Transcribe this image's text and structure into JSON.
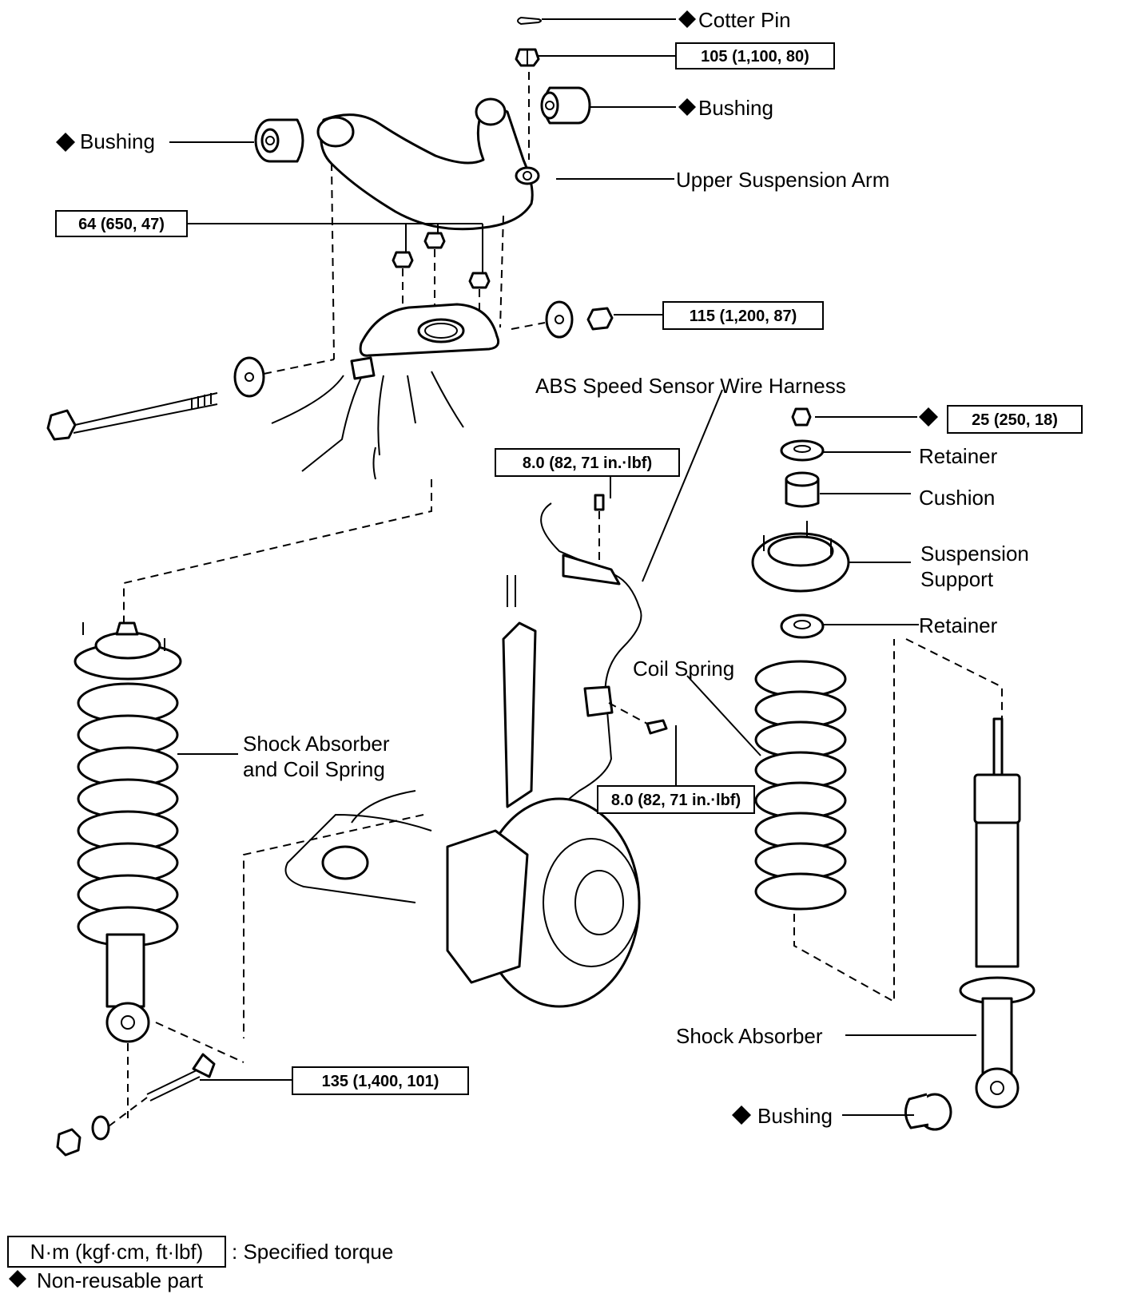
{
  "labels": {
    "cotter_pin": "Cotter Pin",
    "bushing_top_right": "Bushing",
    "bushing_left": "Bushing",
    "upper_suspension_arm": "Upper Suspension Arm",
    "abs_harness": "ABS Speed Sensor Wire Harness",
    "retainer_top": "Retainer",
    "cushion": "Cushion",
    "suspension_support_1": "Suspension",
    "suspension_support_2": "Support",
    "retainer_bottom": "Retainer",
    "coil_spring": "Coil Spring",
    "shock_coil_1": "Shock Absorber",
    "shock_coil_2": "and Coil Spring",
    "shock_absorber": "Shock Absorber",
    "bushing_bottom": "Bushing"
  },
  "torques": {
    "cotter_nut": "105 (1,100, 80)",
    "upper_mount_nuts": "64 (650, 47)",
    "arm_bolt_nut": "115 (1,200, 87)",
    "support_nut": "25 (250, 18)",
    "abs_upper_bolt": "8.0 (82, 71 in.·lbf)",
    "abs_lower_bolt": "8.0 (82, 71 in.·lbf)",
    "lower_shock_bolt": "135 (1,400, 101)"
  },
  "legend": {
    "unit_box": "N·m (kgf·cm, ft·lbf)",
    "unit_desc": ": Specified torque",
    "nonreusable": "Non-reusable part"
  }
}
